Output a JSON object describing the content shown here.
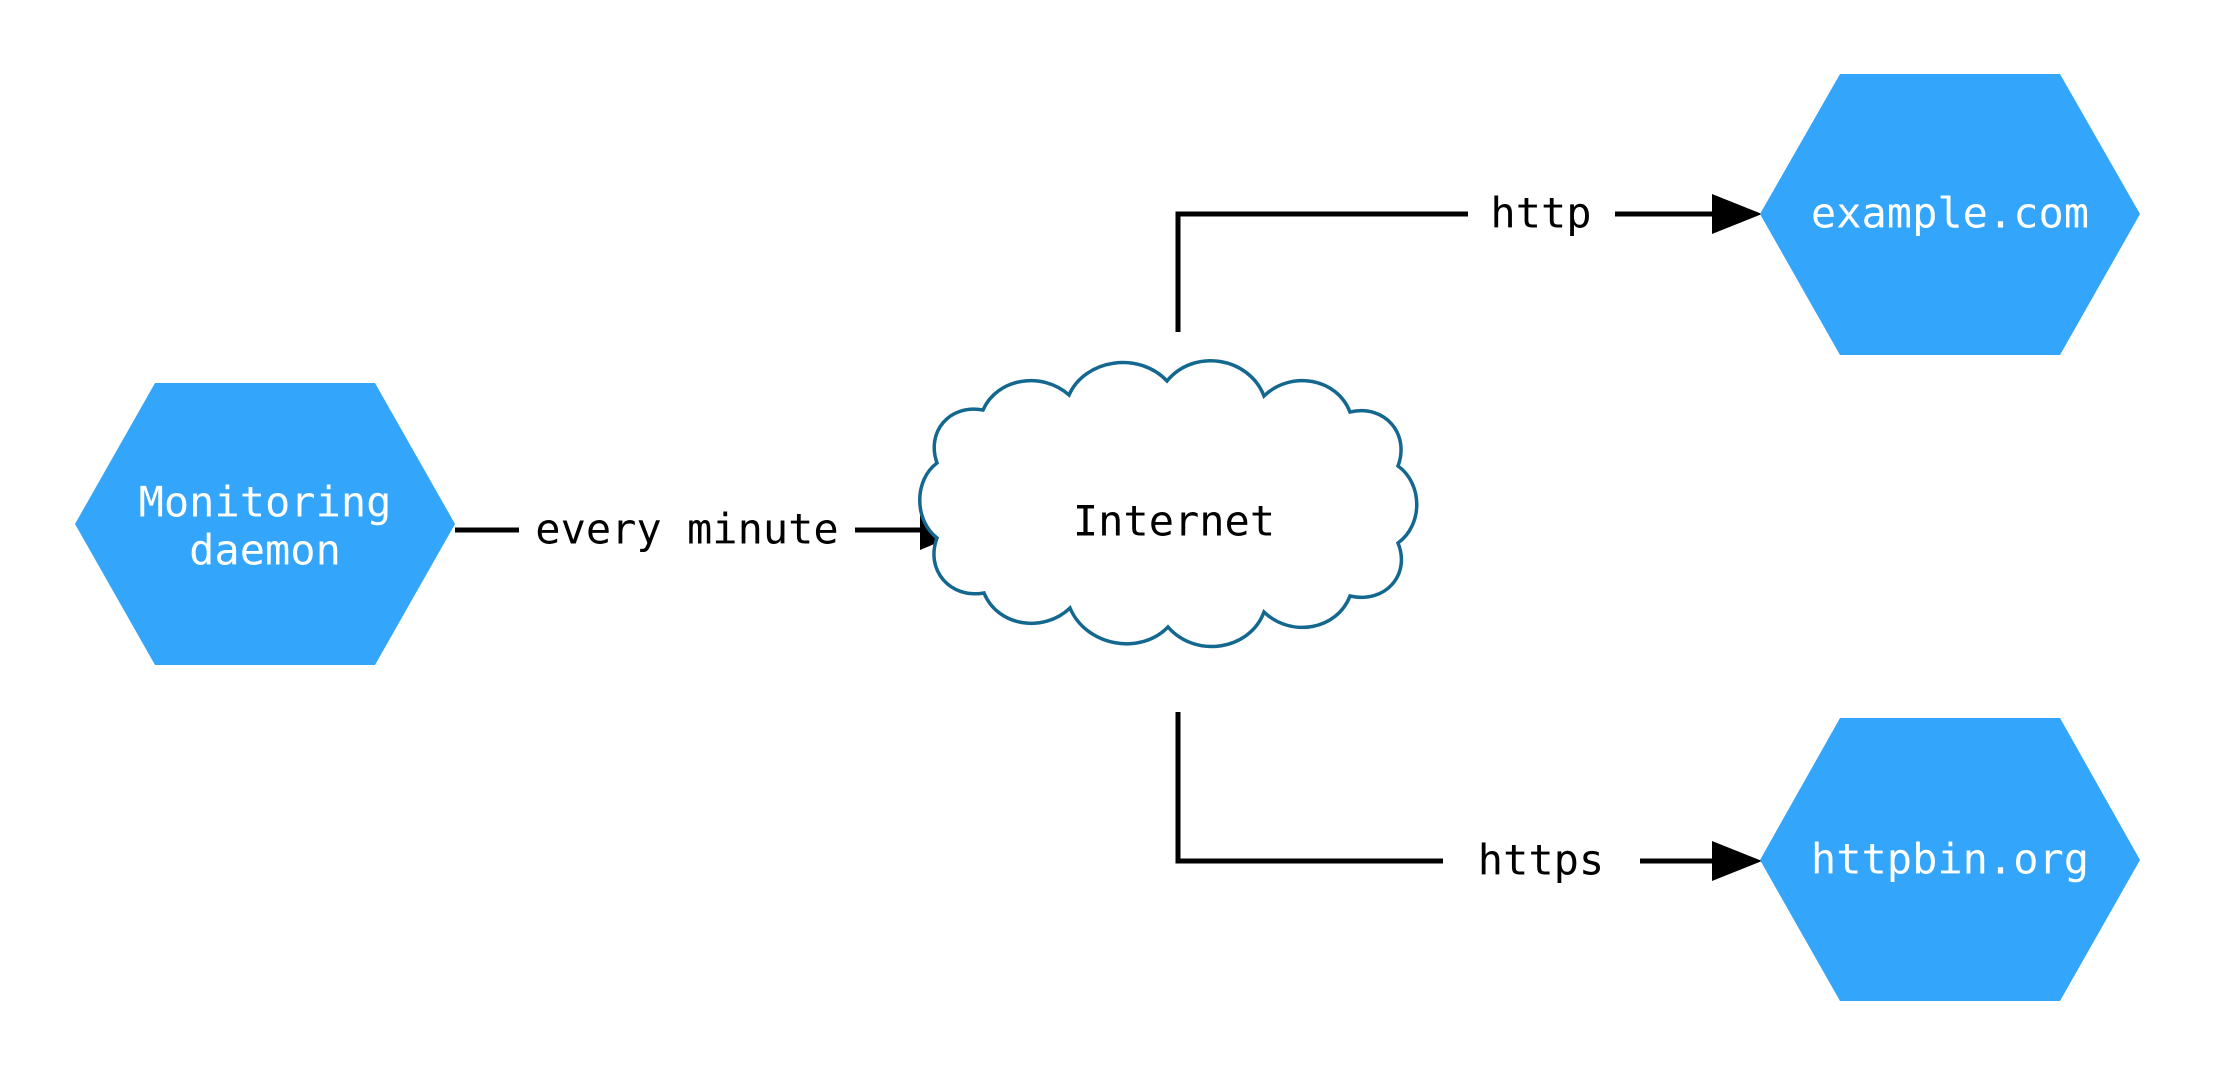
{
  "diagram": {
    "type": "network-flow-diagram",
    "background_color": "#ffffff",
    "node_fill_color": "#33A6FB",
    "node_text_color": "#ffffff",
    "cloud_fill_color": "#ffffff",
    "cloud_stroke_color": "#14688F",
    "edge_color": "#000000",
    "nodes": [
      {
        "id": "monitoring-daemon",
        "shape": "hexagon",
        "label_line1": "Monitoring",
        "label_line2": "daemon"
      },
      {
        "id": "internet",
        "shape": "cloud",
        "label": "Internet"
      },
      {
        "id": "example-com",
        "shape": "hexagon",
        "label": "example.com"
      },
      {
        "id": "httpbin-org",
        "shape": "hexagon",
        "label": "httpbin.org"
      }
    ],
    "edges": [
      {
        "id": "daemon-to-internet",
        "from": "monitoring-daemon",
        "to": "internet",
        "label": "every minute",
        "arrow": "arrow-head-icon"
      },
      {
        "id": "internet-to-example",
        "from": "internet",
        "to": "example-com",
        "label": "http",
        "arrow": "arrow-head-icon"
      },
      {
        "id": "internet-to-httpbin",
        "from": "internet",
        "to": "httpbin-org",
        "label": "https",
        "arrow": "arrow-head-icon"
      }
    ]
  }
}
